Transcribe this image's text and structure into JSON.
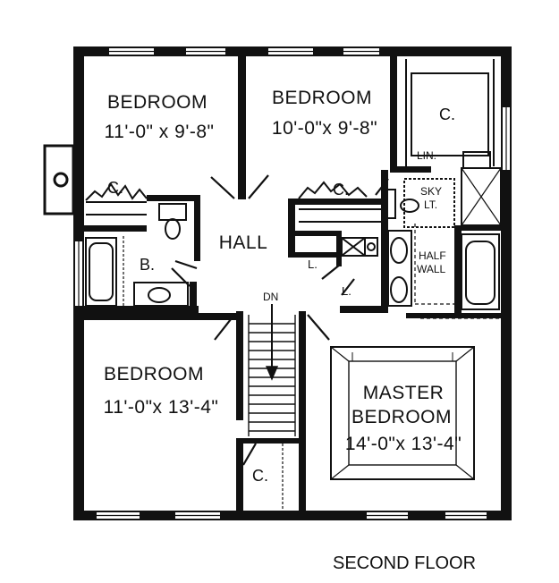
{
  "rooms": {
    "bedroom_nw": {
      "name": "BEDROOM",
      "dims": "11'-0\" x 9'-8\""
    },
    "bedroom_n": {
      "name": "BEDROOM",
      "dims": "10'-0\"x 9'-8\""
    },
    "bedroom_sw": {
      "name": "BEDROOM",
      "dims": "11'-0\"x 13'-4\""
    },
    "master": {
      "name_line1": "MASTER",
      "name_line2": "BEDROOM",
      "dims": "14'-0\"x 13'-4\""
    }
  },
  "labels": {
    "hall": "HALL",
    "bath": "B.",
    "closet": "C.",
    "linen": "LIN.",
    "sky1": "SKY",
    "sky2": "LT.",
    "half1": "HALF",
    "half2": "WALL",
    "laundry": "L.",
    "down": "DN"
  },
  "caption": "SECOND FLOOR"
}
